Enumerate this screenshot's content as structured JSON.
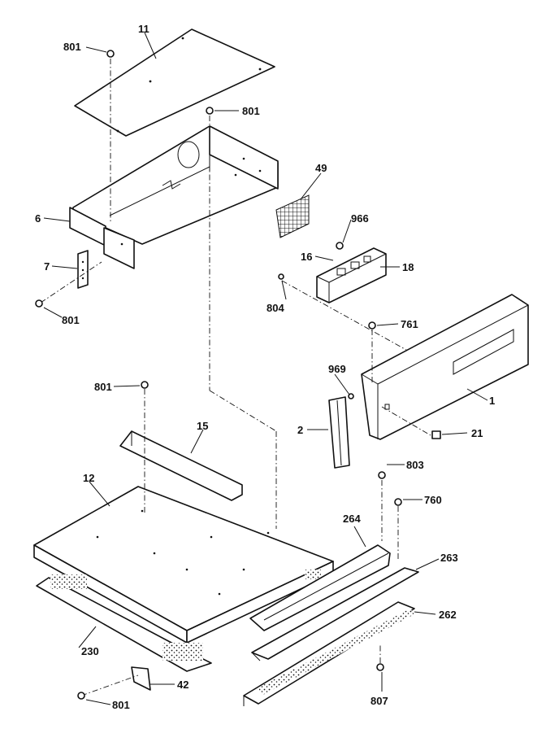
{
  "labels": {
    "l11": "11",
    "l801a": "801",
    "l801b": "801",
    "l801c": "801",
    "l801d": "801",
    "l801e": "801",
    "l6": "6",
    "l7": "7",
    "l49": "49",
    "l966": "966",
    "l16": "16",
    "l18": "18",
    "l804": "804",
    "l761": "761",
    "l969": "969",
    "l1": "1",
    "l2": "2",
    "l21": "21",
    "l15": "15",
    "l12": "12",
    "l803": "803",
    "l760": "760",
    "l264": "264",
    "l263": "263",
    "l262": "262",
    "l230": "230",
    "l42": "42",
    "l807": "807"
  }
}
